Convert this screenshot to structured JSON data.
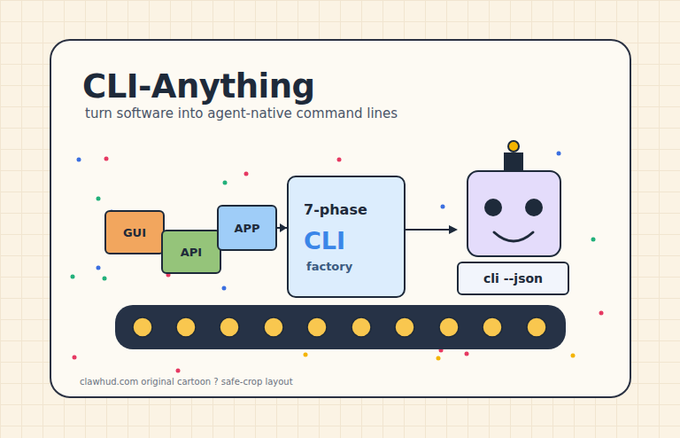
{
  "diagram": {
    "title": "CLI-Anything",
    "nodes": [
      {
        "text": [
          "GUI"
        ]
      },
      {
        "text": [
          "API"
        ]
      },
      {
        "text": [
          "APP"
        ]
      },
      {
        "text": [
          "7-phase",
          "CLI",
          "factory"
        ]
      },
      {
        "text": [
          "cli --json"
        ]
      }
    ],
    "edges": [
      {
        "from": 2,
        "to": 3,
        "arrow": "to"
      }
    ],
    "labels": [
      "turn software into agent-native command lines",
      "clawhud.com original cartoon ? safe-crop layout"
    ]
  }
}
